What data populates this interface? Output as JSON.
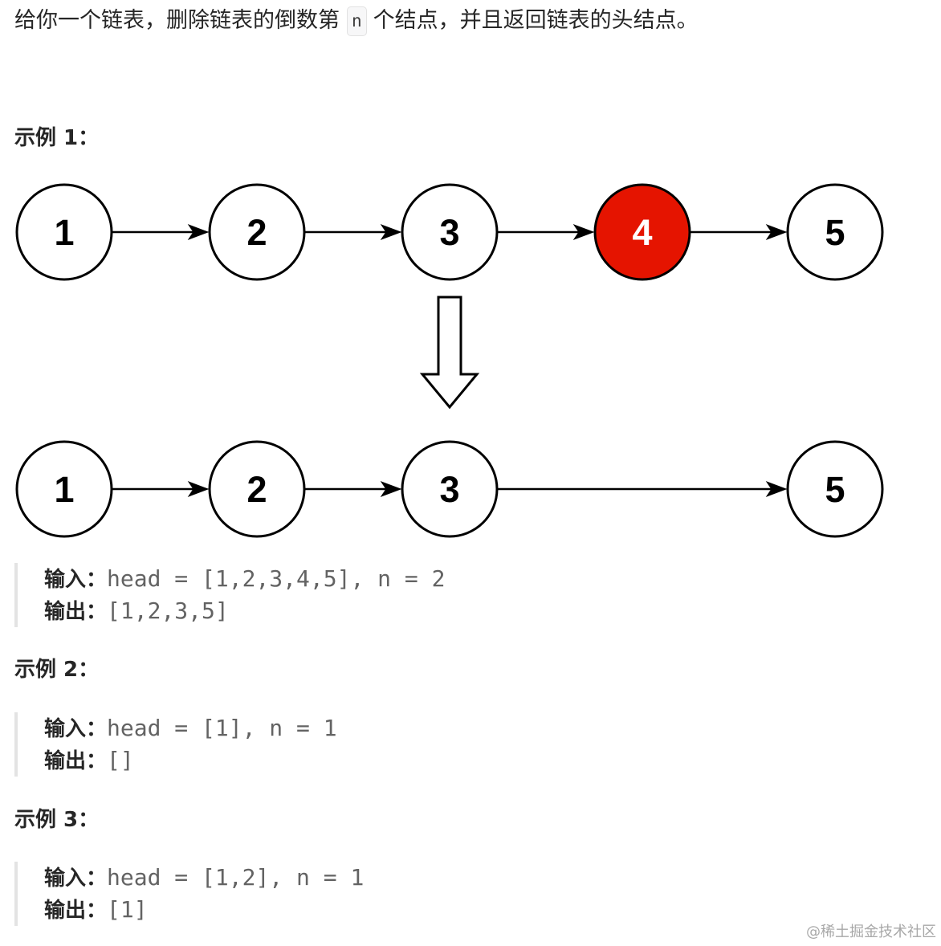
{
  "problem": {
    "statement_before": "给你一个链表，删除链表的倒数第",
    "statement_code": "n",
    "statement_after": "个结点，并且返回链表的头结点。"
  },
  "examples": [
    {
      "title": "示例 1：",
      "diagram": {
        "original_list": [
          {
            "value": "1"
          },
          {
            "value": "2"
          },
          {
            "value": "3"
          },
          {
            "value": "4",
            "highlighted": true
          },
          {
            "value": "5"
          }
        ],
        "result_list": [
          {
            "value": "1"
          },
          {
            "value": "2"
          },
          {
            "value": "3"
          },
          {
            "value": "5"
          }
        ]
      },
      "input_label": "输入：",
      "input": "head = [1,2,3,4,5], n = 2",
      "output_label": "输出：",
      "output": "[1,2,3,5]"
    },
    {
      "title": "示例 2：",
      "input_label": "输入：",
      "input": "head = [1], n = 1",
      "output_label": "输出：",
      "output": "[]"
    },
    {
      "title": "示例 3：",
      "input_label": "输入：",
      "input": "head = [1,2], n = 1",
      "output_label": "输出：",
      "output": "[1]"
    }
  ],
  "watermark": "@稀土掘金技术社区",
  "colors": {
    "text": "#262626",
    "code_text": "#636363",
    "removed_node_fill": "#e51400",
    "removed_node_label": "#ffffff",
    "quote_border": "#e3e3e3",
    "watermark": "#a8a8a8"
  }
}
